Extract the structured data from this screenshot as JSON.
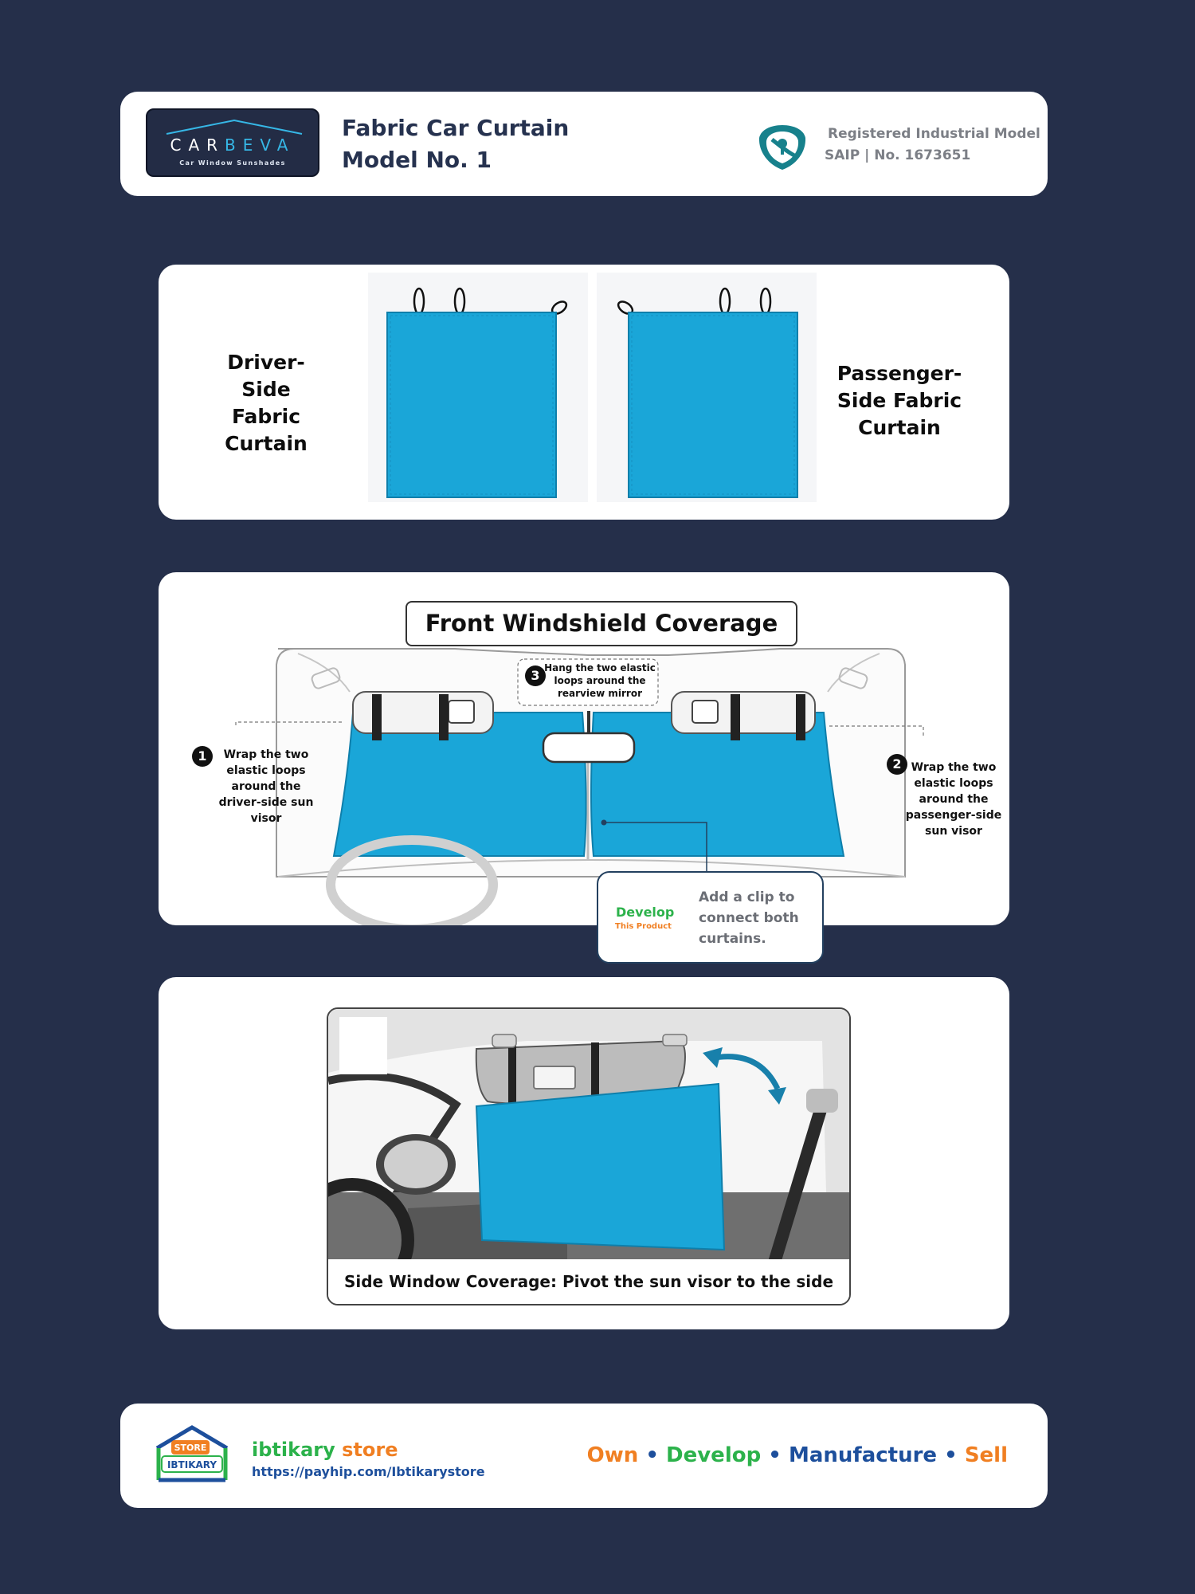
{
  "header": {
    "logo": {
      "word_main": "CAR",
      "word_accent": "BEVA",
      "tagline": "Car Window Sunshades"
    },
    "title_line1": "Fabric Car Curtain",
    "title_line2": "Model No. 1",
    "registration_line1": "Registered Industrial Model",
    "registration_line2": "SAIP | No. 1673651",
    "emblem": "saip-emblem-icon"
  },
  "curtains": {
    "left_label": "Driver-\nSide\nFabric\nCurtain",
    "right_label": "Passenger-\nSide Fabric\nCurtain",
    "fabric_color": "#1aa6d8"
  },
  "windshield": {
    "title": "Front Windshield Coverage",
    "step1": {
      "number": "1",
      "text": "Wrap the two\nelastic loops\naround the\ndriver-side sun\nvisor"
    },
    "step2": {
      "number": "2",
      "text": "Wrap the two\nelastic loops\naround the\npassenger-side\nsun visor"
    },
    "step3": {
      "number": "3",
      "text": "Hang the two elastic\nloops around the\nrearview mirror"
    },
    "callout": {
      "develop": "Develop",
      "develop_sub": "This Product",
      "text": "Add a clip to\nconnect both\ncurtains."
    }
  },
  "side_window": {
    "caption": "Side Window Coverage: Pivot the sun visor to the side"
  },
  "footer": {
    "store_name_main": "ibtikary",
    "store_name_accent": "store",
    "store_url": "https://payhip.com/Ibtikarystore",
    "logo_top": "STORE",
    "logo_bottom": "IBTIKARY",
    "tagline": {
      "own": "Own",
      "develop": "Develop",
      "manufacture": "Manufacture",
      "sell": "Sell",
      "sep": "•"
    }
  }
}
